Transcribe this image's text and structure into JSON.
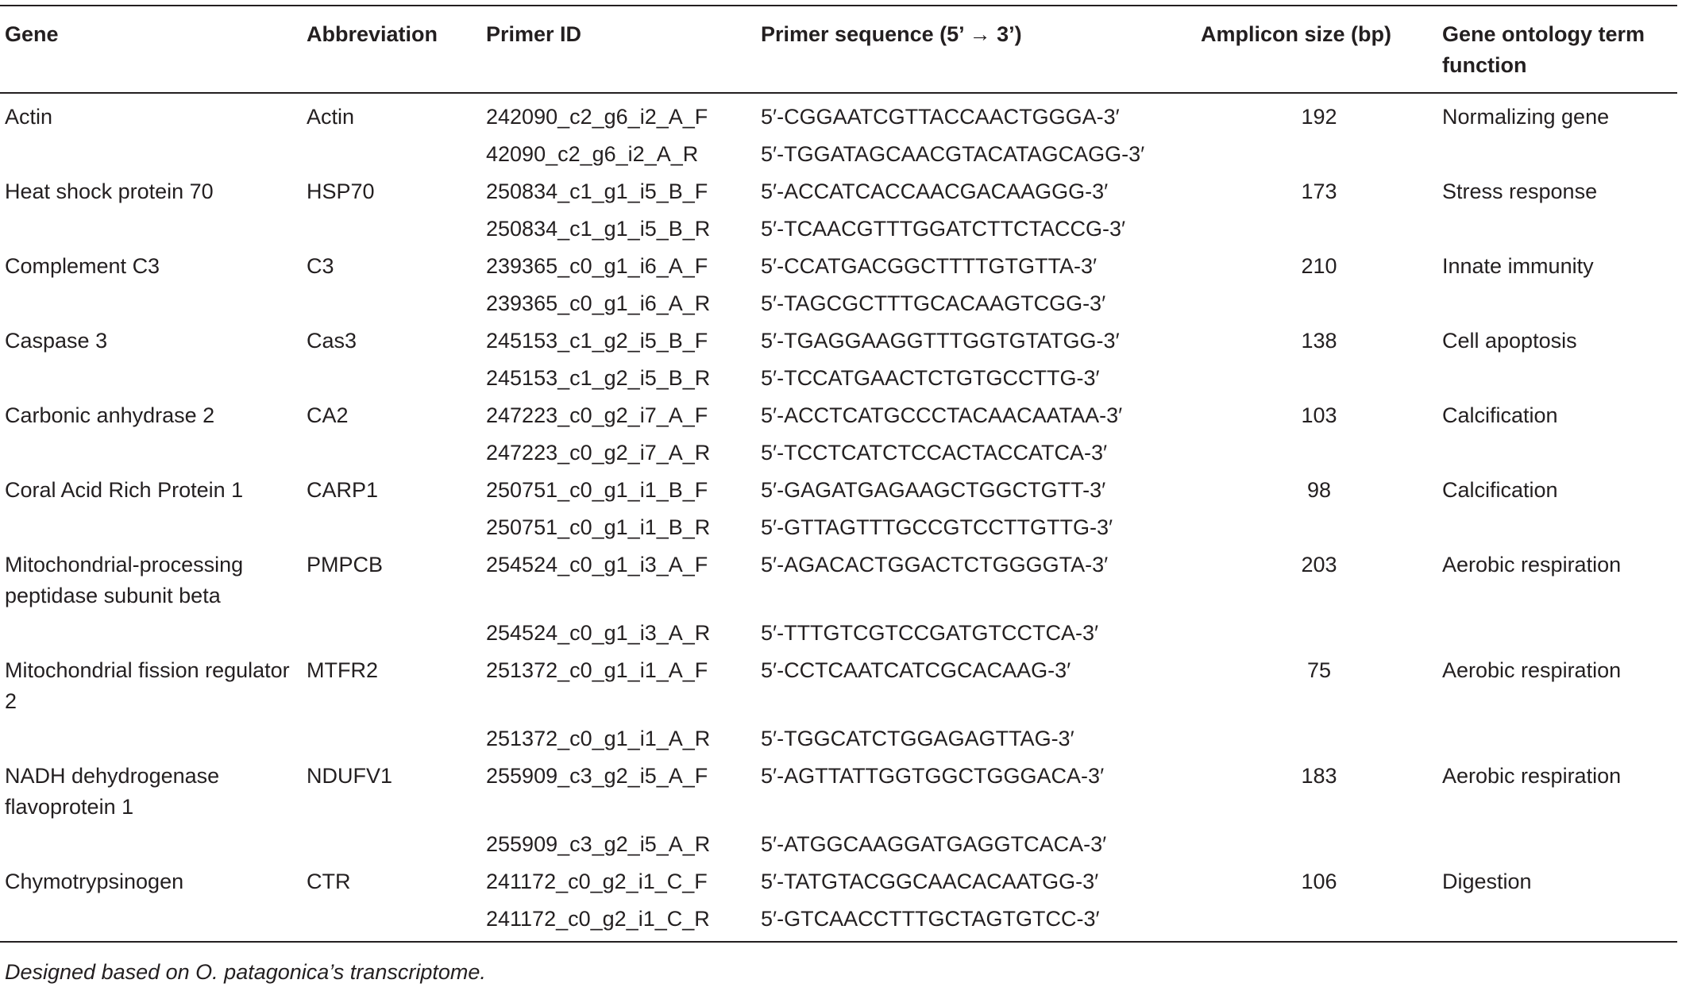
{
  "table": {
    "headers": {
      "gene": "Gene",
      "abbreviation": "Abbreviation",
      "primer_id": "Primer ID",
      "primer_sequence": "Primer sequence (5’ → 3’)",
      "amplicon_size": "Amplicon size (bp)",
      "go_term": "Gene ontology term function"
    },
    "rows": [
      {
        "gene": "Actin",
        "abbr": "Actin",
        "pid": "242090_c2_g6_i2_A_F",
        "seq": "5′-CGGAATCGTTACCAACTGGGA-3′",
        "amp": "192",
        "go": "Normalizing gene"
      },
      {
        "gene": "",
        "abbr": "",
        "pid": "42090_c2_g6_i2_A_R",
        "seq": "5′-TGGATAGCAACGTACATAGCAGG-3′",
        "amp": "",
        "go": ""
      },
      {
        "gene": "Heat shock protein 70",
        "abbr": "HSP70",
        "pid": "250834_c1_g1_i5_B_F",
        "seq": "5′-ACCATCACCAACGACAAGGG-3′",
        "amp": "173",
        "go": "Stress response"
      },
      {
        "gene": "",
        "abbr": "",
        "pid": "250834_c1_g1_i5_B_R",
        "seq": "5′-TCAACGTTTGGATCTTCTACCG-3′",
        "amp": "",
        "go": ""
      },
      {
        "gene": "Complement C3",
        "abbr": "C3",
        "pid": "239365_c0_g1_i6_A_F",
        "seq": "5′-CCATGACGGCTTTTGTGTTA-3′",
        "amp": "210",
        "go": "Innate immunity"
      },
      {
        "gene": "",
        "abbr": "",
        "pid": "239365_c0_g1_i6_A_R",
        "seq": "5′-TAGCGCTTTGCACAAGTCGG-3′",
        "amp": "",
        "go": ""
      },
      {
        "gene": "Caspase 3",
        "abbr": "Cas3",
        "pid": "245153_c1_g2_i5_B_F",
        "seq": "5′-TGAGGAAGGTTTGGTGTATGG-3′",
        "amp": "138",
        "go": "Cell apoptosis"
      },
      {
        "gene": "",
        "abbr": "",
        "pid": "245153_c1_g2_i5_B_R",
        "seq": "5′-TCCATGAACTCTGTGCCTTG-3′",
        "amp": "",
        "go": ""
      },
      {
        "gene": "Carbonic anhydrase 2",
        "abbr": "CA2",
        "pid": "247223_c0_g2_i7_A_F",
        "seq": "5′-ACCTCATGCCCTACAACAATAA-3′",
        "amp": "103",
        "go": "Calcification"
      },
      {
        "gene": "",
        "abbr": "",
        "pid": "247223_c0_g2_i7_A_R",
        "seq": "5′-TCCTCATCTCCACTACCATCA-3′",
        "amp": "",
        "go": ""
      },
      {
        "gene": "Coral Acid Rich Protein 1",
        "abbr": "CARP1",
        "pid": "250751_c0_g1_i1_B_F",
        "seq": "5′-GAGATGAGAAGCTGGCTGTT-3′",
        "amp": "98",
        "go": "Calcification"
      },
      {
        "gene": "",
        "abbr": "",
        "pid": "250751_c0_g1_i1_B_R",
        "seq": "5′-GTTAGTTTGCCGTCCTTGTTG-3′",
        "amp": "",
        "go": ""
      },
      {
        "gene": "Mitochondrial-processing peptidase subunit beta",
        "abbr": "PMPCB",
        "pid": "254524_c0_g1_i3_A_F",
        "seq": "5′-AGACACTGGACTCTGGGGTA-3′",
        "amp": "203",
        "go": "Aerobic respiration"
      },
      {
        "gene": "",
        "abbr": "",
        "pid": "254524_c0_g1_i3_A_R",
        "seq": "5′-TTTGTCGTCCGATGTCCTCA-3′",
        "amp": "",
        "go": ""
      },
      {
        "gene": "Mitochondrial fission regulator 2",
        "abbr": "MTFR2",
        "pid": "251372_c0_g1_i1_A_F",
        "seq": "5′-CCTCAATCATCGCACAAG-3′",
        "amp": "75",
        "go": "Aerobic respiration"
      },
      {
        "gene": "",
        "abbr": "",
        "pid": "251372_c0_g1_i1_A_R",
        "seq": "5′-TGGCATCTGGAGAGTTAG-3′",
        "amp": "",
        "go": ""
      },
      {
        "gene": "NADH dehydrogenase flavoprotein 1",
        "abbr": "NDUFV1",
        "pid": "255909_c3_g2_i5_A_F",
        "seq": "5′-AGTTATTGGTGGCTGGGACA-3′",
        "amp": "183",
        "go": "Aerobic respiration"
      },
      {
        "gene": "",
        "abbr": "",
        "pid": "255909_c3_g2_i5_A_R",
        "seq": "5′-ATGGCAAGGATGAGGTCACA-3′",
        "amp": "",
        "go": ""
      },
      {
        "gene": "Chymotrypsinogen",
        "abbr": "CTR",
        "pid": "241172_c0_g2_i1_C_F",
        "seq": "5′-TATGTACGGCAACACAATGG-3′",
        "amp": "106",
        "go": "Digestion"
      },
      {
        "gene": "",
        "abbr": "",
        "pid": "241172_c0_g2_i1_C_R",
        "seq": "5′-GTCAACCTTTGCTAGTGTCC-3′",
        "amp": "",
        "go": ""
      }
    ]
  },
  "footnote": "Designed based on O. patagonica’s transcriptome."
}
